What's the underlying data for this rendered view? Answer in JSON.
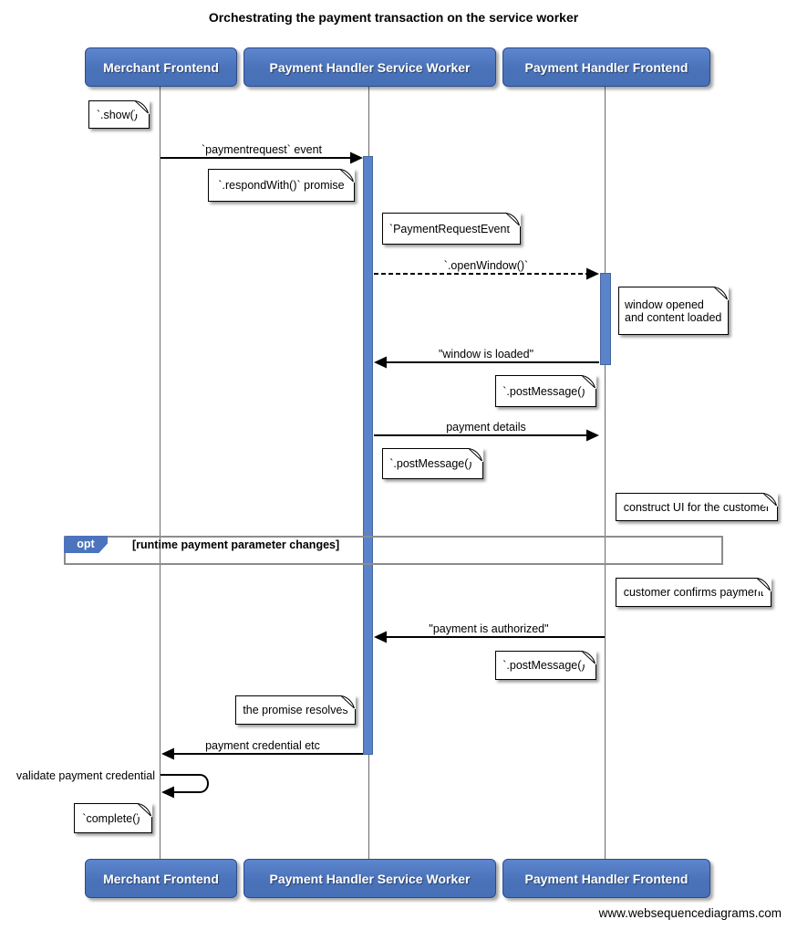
{
  "title": "Orchestrating the payment transaction on the service worker",
  "footer": "www.websequencediagrams.com",
  "colors": {
    "actor_fill": "#4b74bd",
    "actor_border": "#2a4b8d",
    "activation_fill": "#5b83c9",
    "frame_border": "#8c8c8c",
    "lifeline": "#6b6b6b"
  },
  "actors": [
    {
      "label": "Merchant Frontend"
    },
    {
      "label": "Payment Handler Service Worker"
    },
    {
      "label": "Payment Handler Frontend"
    }
  ],
  "messages": [
    {
      "label": "`paymentrequest` event",
      "type": "solid",
      "from": "Merchant Frontend",
      "to": "Payment Handler Service Worker"
    },
    {
      "label": "`.openWindow()`",
      "type": "dashed",
      "from": "Payment Handler Service Worker",
      "to": "Payment Handler Frontend"
    },
    {
      "label": "\"window is loaded\"",
      "type": "solid",
      "from": "Payment Handler Frontend",
      "to": "Payment Handler Service Worker"
    },
    {
      "label": "payment details",
      "type": "solid",
      "from": "Payment Handler Service Worker",
      "to": "Payment Handler Frontend"
    },
    {
      "label": "\"payment is authorized\"",
      "type": "solid",
      "from": "Payment Handler Frontend",
      "to": "Payment Handler Service Worker"
    },
    {
      "label": "payment credential etc",
      "type": "solid",
      "from": "Payment Handler Service Worker",
      "to": "Merchant Frontend"
    },
    {
      "label": "validate payment credential",
      "type": "self",
      "from": "Merchant Frontend",
      "to": "Merchant Frontend"
    }
  ],
  "notes": [
    {
      "text": "`.show()`"
    },
    {
      "text": "`.respondWith()` promise"
    },
    {
      "text": "`PaymentRequestEvent`"
    },
    {
      "text": "window opened\nand content loaded"
    },
    {
      "text": "`.postMessage()`"
    },
    {
      "text": "`.postMessage()`"
    },
    {
      "text": "construct UI for the customer"
    },
    {
      "text": "customer confirms payment"
    },
    {
      "text": "`.postMessage()`"
    },
    {
      "text": "the promise resolves"
    },
    {
      "text": "`complete()`"
    }
  ],
  "fragment": {
    "operator": "opt",
    "condition": "[runtime payment parameter changes]"
  }
}
